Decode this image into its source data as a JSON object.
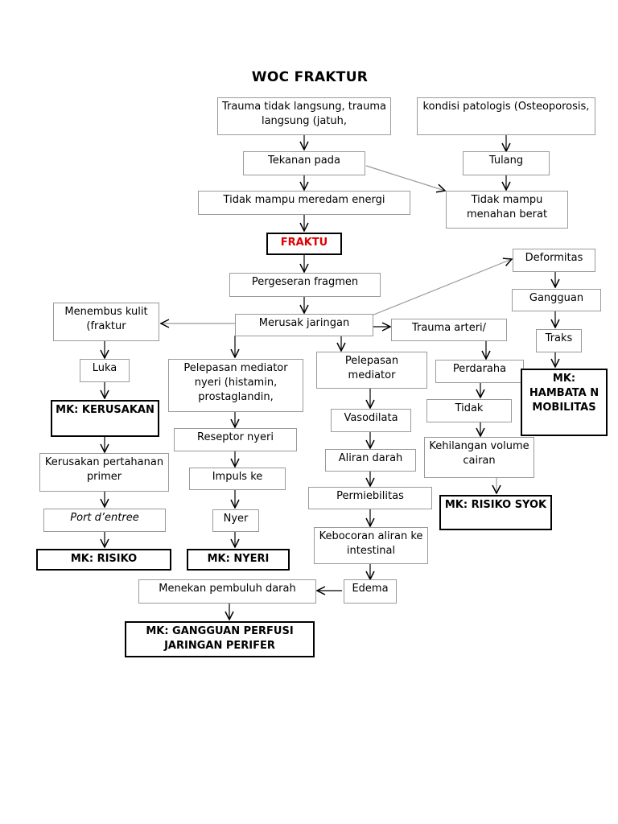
{
  "title": "WOC FRAKTUR",
  "nodes": {
    "trauma": "Trauma tidak langsung, trauma langsung (jatuh,",
    "kondisi": "kondisi patologis (Osteoporosis,",
    "tekanan": "Tekanan pada",
    "tulang": "Tulang",
    "tidak_meredam": "Tidak mampu meredam energi",
    "tidak_menahan": "Tidak mampu menahan berat",
    "fraktur": "FRAKTU",
    "pergeseran": "Pergeseran fragmen",
    "deformitas": "Deformitas",
    "gangguan": "Gangguan",
    "menembus": "Menembus kulit (fraktur",
    "merusak": "Merusak jaringan",
    "trauma_arteri": "Trauma arteri/",
    "traks": "Traks",
    "luka": "Luka",
    "pelepasan_nyeri": "Pelepasan mediator nyeri (histamin, prostaglandin,",
    "pelepasan_inflamasi": "Pelepasan mediator",
    "perdarahan": "Perdaraha",
    "mk_hambatan": "MK: HAMBATA N MOBILITAS",
    "mk_kerusakan": "MK: KERUSAKAN",
    "vasodilatasi": "Vasodilata",
    "tidak": "Tidak",
    "reseptor": "Reseptor nyeri",
    "kerusakan_pertahanan": "Kerusakan pertahanan primer",
    "impuls": "Impuls ke",
    "aliran": "Aliran darah",
    "kehilangan": "Kehilangan volume cairan",
    "permiebilitas": "Permiebilitas",
    "port": "Port d’entree",
    "nyeri": "Nyer",
    "mk_risiko_syok": "MK: RISIKO SYOK",
    "kebocoran": "Kebocoran aliran ke intestinal",
    "mk_risiko": "MK: RISIKO",
    "mk_nyeri": "MK: NYERI",
    "menekan": "Menekan pembuluh darah",
    "edema": "Edema",
    "mk_perfusi": "MK: GANGGUAN PERFUSI JARINGAN PERIFER"
  },
  "arrow_color": "#000000"
}
